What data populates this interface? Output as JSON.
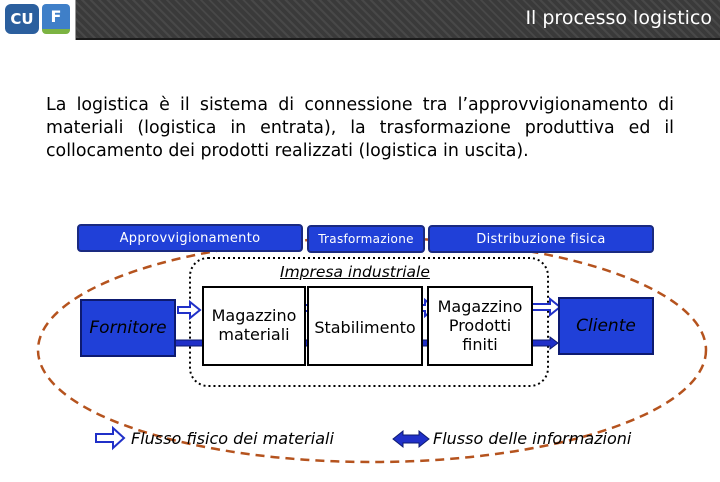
{
  "header": {
    "title": "Il processo logistico",
    "logo_left_text": "CU",
    "logo_right_text": "F"
  },
  "intro_text": "La logistica è il sistema di connessione tra l’approvvigionamento di materiali (logistica in entrata), la trasformazione produttiva ed il collocamento dei prodotti realizzati (logistica in uscita).",
  "phases": {
    "inbound": "Approvvigionamento",
    "transformation": "Trasformazione",
    "outbound": "Distribuzione fisica"
  },
  "company_label": "Impresa industriale",
  "entities": {
    "supplier": "Fornitore",
    "customer": "Cliente"
  },
  "units": {
    "materials_store": [
      "Magazzino",
      "materiali"
    ],
    "plant": "Stabilimento",
    "products_store": [
      "Magazzino",
      "Prodotti",
      "finiti"
    ]
  },
  "legend": {
    "physical_flow": "Flusso fisico dei materiali",
    "information_flow": "Flusso delle informazioni"
  },
  "colors": {
    "header_bg": "#3a3a3a",
    "box_blue": "#2040d8",
    "ellipse_red": "#b5531e",
    "arrow_blue": "#2030c8"
  }
}
